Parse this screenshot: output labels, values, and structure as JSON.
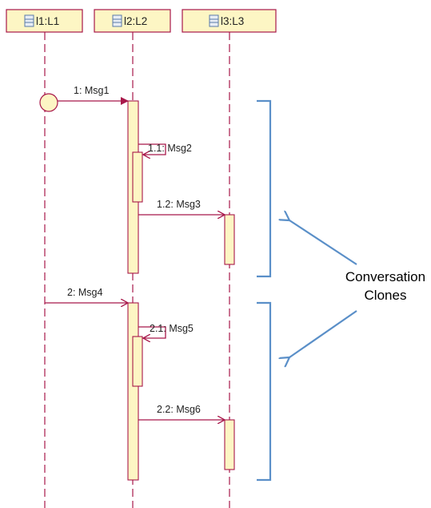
{
  "lifelines": [
    {
      "label": "l1:L1",
      "icon": "class-icon"
    },
    {
      "label": "l2:L2",
      "icon": "class-icon"
    },
    {
      "label": "l3:L3",
      "icon": "class-icon"
    }
  ],
  "messages": [
    {
      "label": "1: Msg1"
    },
    {
      "label": "1.1: Msg2"
    },
    {
      "label": "1.2: Msg3"
    },
    {
      "label": "2: Msg4"
    },
    {
      "label": "2.1: Msg5"
    },
    {
      "label": "2.2: Msg6"
    }
  ],
  "annotation": {
    "line1": "Conversation",
    "line2": "Clones"
  },
  "colors": {
    "lifeline": "#a8184a",
    "box_fill": "#fdf6c4",
    "bracket": "#5a8fc8"
  }
}
